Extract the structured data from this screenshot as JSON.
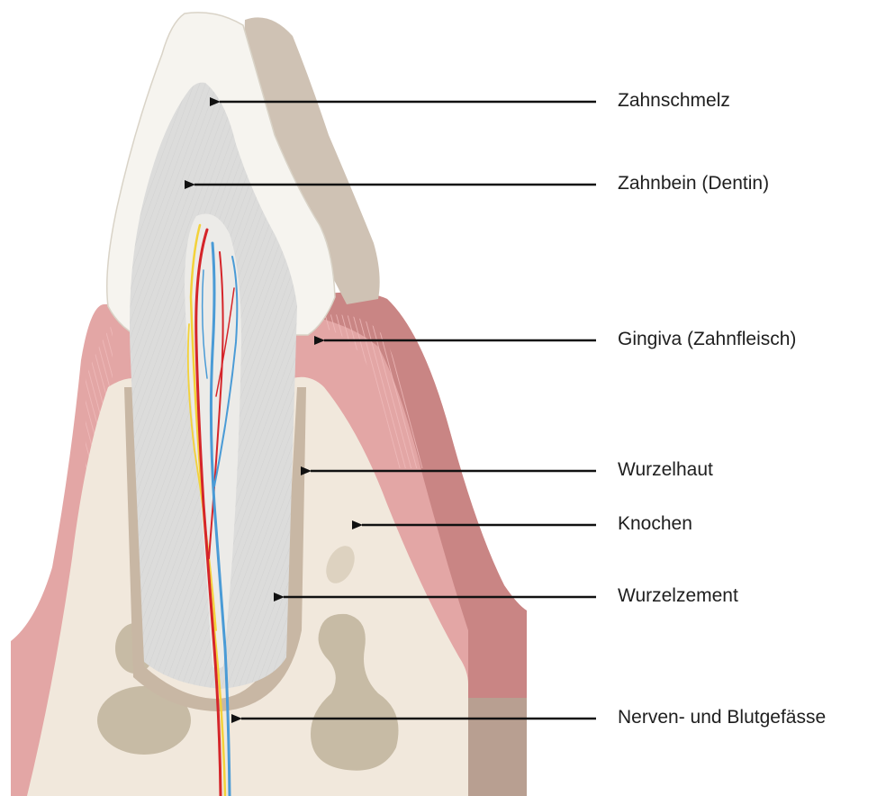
{
  "labels": {
    "enamel": "Zahnschmelz",
    "dentin": "Zahnbein (Dentin)",
    "gingiva": "Gingiva (Zahnfleisch)",
    "periodontium": "Wurzelhaut",
    "bone": "Knochen",
    "cementum": "Wurzelzement",
    "nerves_vessels": "Nerven- und Blutgefässe"
  },
  "colors": {
    "gum": "#e6aaa8",
    "gum_dark": "#c98584",
    "bone": "#f1e8dc",
    "enamel": "#f6f4ef",
    "dentin": "#dcdcdb",
    "back_tooth": "#cfc2b4",
    "nerve": "#f3d23a",
    "artery": "#d5252a",
    "vein": "#4a9bd6"
  }
}
